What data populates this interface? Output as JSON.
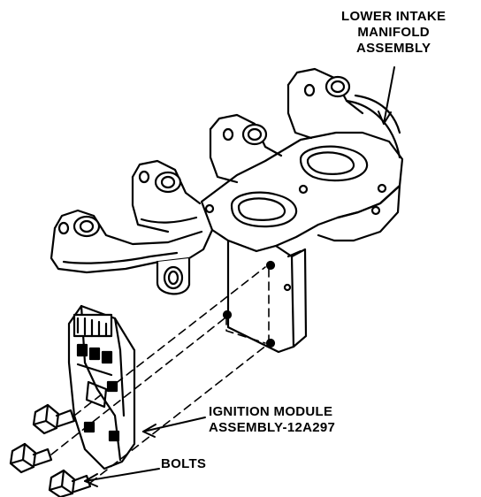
{
  "labels": {
    "manifold": {
      "line1": "LOWER INTAKE",
      "line2": "MANIFOLD",
      "line3": "ASSEMBLY"
    },
    "ignition": {
      "line1": "IGNITION MODULE",
      "line2": "ASSEMBLY-12A297"
    },
    "bolts": "BOLTS"
  },
  "colors": {
    "ink": "#000000",
    "paper": "#ffffff"
  }
}
